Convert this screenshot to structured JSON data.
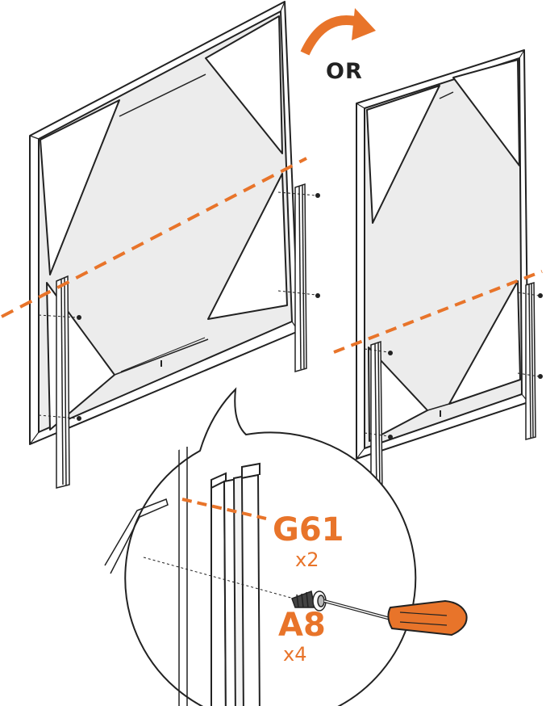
{
  "or_label": "OR",
  "parts": [
    {
      "code": "G61",
      "quantity": "x2"
    },
    {
      "code": "A8",
      "quantity": "x4"
    }
  ],
  "colors": {
    "accent": "#e8742a",
    "line": "#222222",
    "panel_fill": "#ececec",
    "background": "#ffffff"
  },
  "icons": [
    "rotate-arrow-icon",
    "screwdriver-icon",
    "screw-icon"
  ]
}
